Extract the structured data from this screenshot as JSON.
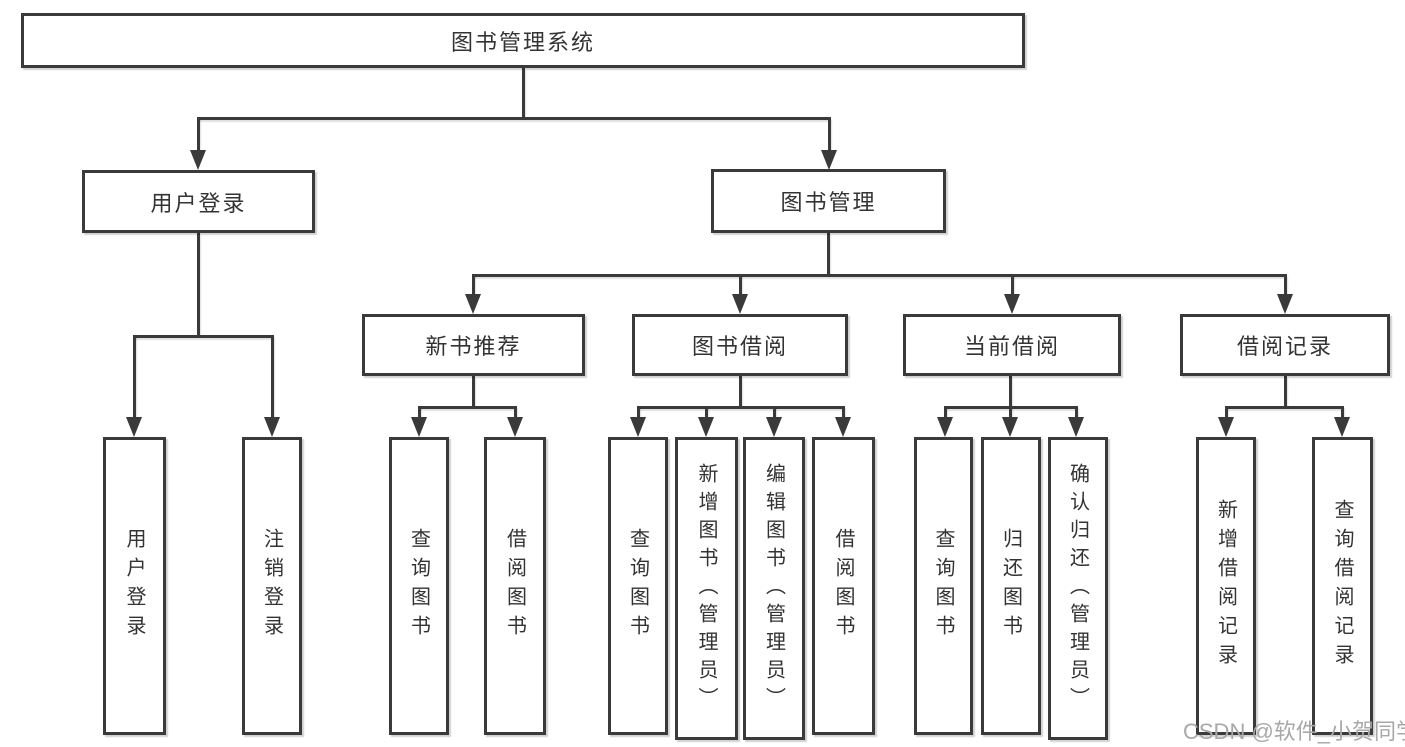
{
  "diagram": {
    "root": {
      "label": "图书管理系统"
    },
    "level2": [
      {
        "label": "用户登录"
      },
      {
        "label": "图书管理"
      }
    ],
    "level3": [
      {
        "label": "新书推荐",
        "parent": "图书管理"
      },
      {
        "label": "图书借阅",
        "parent": "图书管理"
      },
      {
        "label": "当前借阅",
        "parent": "图书管理"
      },
      {
        "label": "借阅记录",
        "parent": "图书管理"
      }
    ],
    "leaves": [
      {
        "label": "用户登录",
        "parent": "用户登录"
      },
      {
        "label": "注销登录",
        "parent": "用户登录"
      },
      {
        "label": "查询图书",
        "parent": "新书推荐"
      },
      {
        "label": "借阅图书",
        "parent": "新书推荐"
      },
      {
        "label": "查询图书",
        "parent": "图书借阅"
      },
      {
        "label": "新增图书（管理员）",
        "parent": "图书借阅"
      },
      {
        "label": "编辑图书（管理员）",
        "parent": "图书借阅"
      },
      {
        "label": "借阅图书",
        "parent": "图书借阅"
      },
      {
        "label": "查询图书",
        "parent": "当前借阅"
      },
      {
        "label": "归还图书",
        "parent": "当前借阅"
      },
      {
        "label": "确认归还（管理员）",
        "parent": "当前借阅"
      },
      {
        "label": "新增借阅记录",
        "parent": "借阅记录"
      },
      {
        "label": "查询借阅记录",
        "parent": "借阅记录"
      }
    ],
    "watermark": "CSDN @软件_小贺同学",
    "colors": {
      "line": "#3a3a3a",
      "text": "#333333",
      "watermark": "#a8a8a8",
      "background": "#ffffff"
    }
  }
}
